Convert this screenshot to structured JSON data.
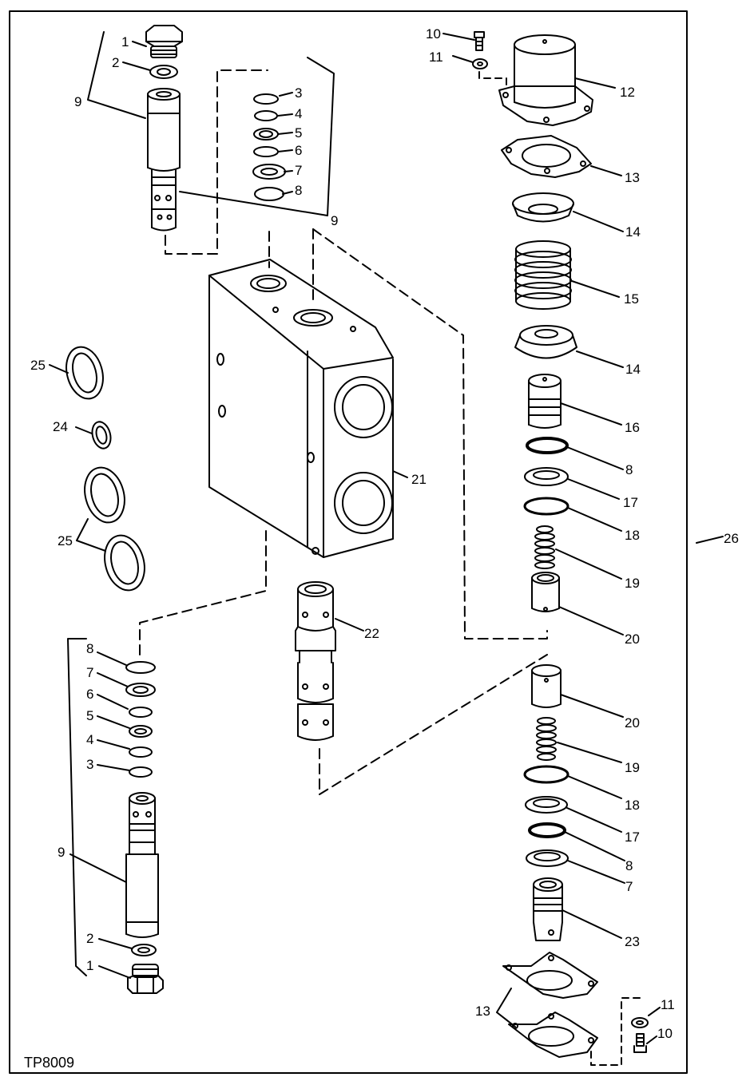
{
  "figure_id": "TP8009",
  "labels": {
    "l1a": "1",
    "l2a": "2",
    "l9a": "9",
    "l3a": "3",
    "l4a": "4",
    "l5a": "5",
    "l6a": "6",
    "l7a": "7",
    "l8a": "8",
    "l9b": "9",
    "l10a": "10",
    "l11a": "11",
    "l12": "12",
    "l13a": "13",
    "l14a": "14",
    "l15": "15",
    "l14b": "14",
    "l16": "16",
    "l8c": "8",
    "l17a": "17",
    "l18a": "18",
    "l19a": "19",
    "l20a": "20",
    "l25a": "25",
    "l24": "24",
    "l25b": "25",
    "l21": "21",
    "l22": "22",
    "l26": "26",
    "l8b": "8",
    "l7b": "7",
    "l6b": "6",
    "l5b": "5",
    "l4b": "4",
    "l3b": "3",
    "l9c": "9",
    "l2b": "2",
    "l1b": "1",
    "l20b": "20",
    "l19b": "19",
    "l18b": "18",
    "l17b": "17",
    "l8d": "8",
    "l7c": "7",
    "l23": "23",
    "l13b": "13",
    "l11b": "11",
    "l10b": "10"
  },
  "colors": {
    "ink": "#000000",
    "paper": "#ffffff"
  }
}
